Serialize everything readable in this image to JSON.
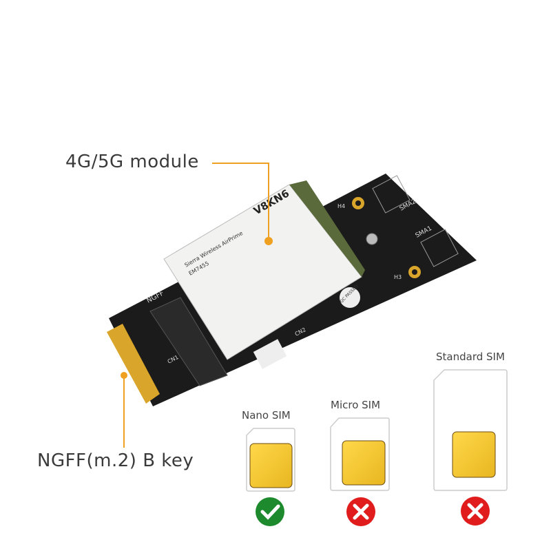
{
  "callouts": {
    "module": "4G/5G module",
    "connector": "NGFF(m.2) B key"
  },
  "board_markings": {
    "module_id": "V8KN6",
    "sma1": "SMA1",
    "sma2": "SMA2",
    "h3": "H3",
    "h4": "H4",
    "cn1": "CN1",
    "cn2": "CN2",
    "qc": "QC PASSED",
    "ngff": "NGFF",
    "module_brand": "Sierra Wireless AirPrime",
    "module_model": "EM7455"
  },
  "sim_types": [
    {
      "label": "Nano SIM",
      "supported": true,
      "status_icon": "check-icon"
    },
    {
      "label": "Micro SIM",
      "supported": false,
      "status_icon": "cross-icon"
    },
    {
      "label": "Standard SIM",
      "supported": false,
      "status_icon": "cross-icon"
    }
  ],
  "colors": {
    "callout_line": "#f0a020",
    "board": "#1c1c1c",
    "gold": "#d9a52a",
    "check": "#1e8a2e",
    "cross": "#e01c1c"
  }
}
